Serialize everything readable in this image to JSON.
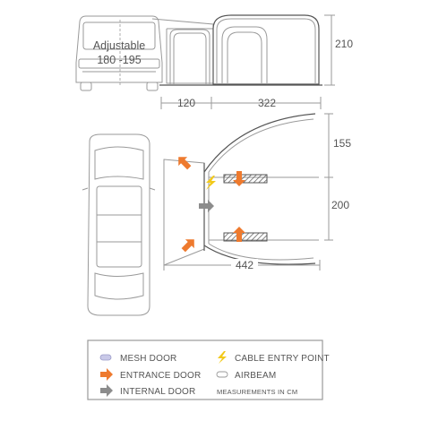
{
  "side_view": {
    "adjustable_label": "Adjustable",
    "adjustable_range": "180 -195",
    "height_label": "210",
    "width_van_side": "120",
    "width_tent": "322"
  },
  "plan_view": {
    "depth_front": "155",
    "depth_rear": "200",
    "total_length": "442"
  },
  "legend": {
    "mesh_door": "MESH DOOR",
    "entrance_door": "ENTRANCE DOOR",
    "internal_door": "INTERNAL DOOR",
    "cable_entry": "CABLE ENTRY POINT",
    "airbeam": "AIRBEAM",
    "measurements": "MEASUREMENTS IN CM"
  },
  "colors": {
    "entrance_arrow": "#ee7a2e",
    "internal_arrow": "#8c8c8c",
    "cable_bolt": "#f2c91b",
    "mesh_door": "#c9c9e8",
    "line": "#9a9a9a",
    "dark_line": "#555555"
  }
}
